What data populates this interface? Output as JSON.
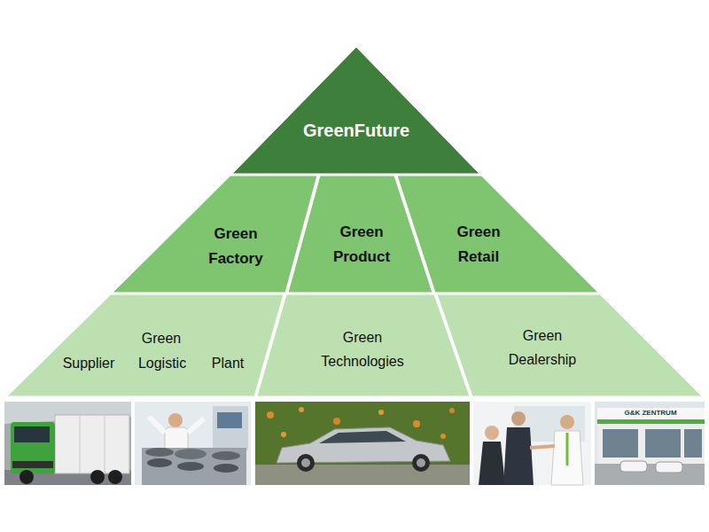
{
  "diagram": {
    "nodes": [
      {
        "text": [
          "GreenFuture"
        ]
      },
      {
        "text": [
          "Green Factory"
        ]
      },
      {
        "text": [
          "Green Product"
        ]
      },
      {
        "text": [
          "Green Retail"
        ]
      },
      {
        "text": [
          "Green",
          "Supplier",
          "Logistic",
          "Plant"
        ]
      },
      {
        "text": [
          "Green Technologies"
        ]
      },
      {
        "text": [
          "Green Dealership"
        ]
      }
    ],
    "labels": [
      "G&K ZENTRUM"
    ]
  }
}
